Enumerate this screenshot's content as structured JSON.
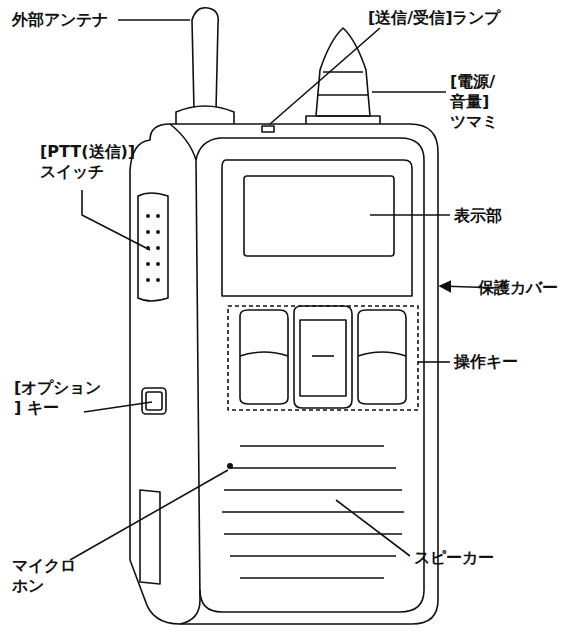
{
  "diagram": {
    "labels": [
      "外部アンテナ",
      "[送信/受信]ランプ",
      "[電源/音量] ツマミ",
      "[PTT(送信)] スイッチ",
      "表示部",
      "保護カバー",
      "[オプション ] キー",
      "操作キー",
      "マイクロ ホン",
      "スピーカー"
    ]
  }
}
